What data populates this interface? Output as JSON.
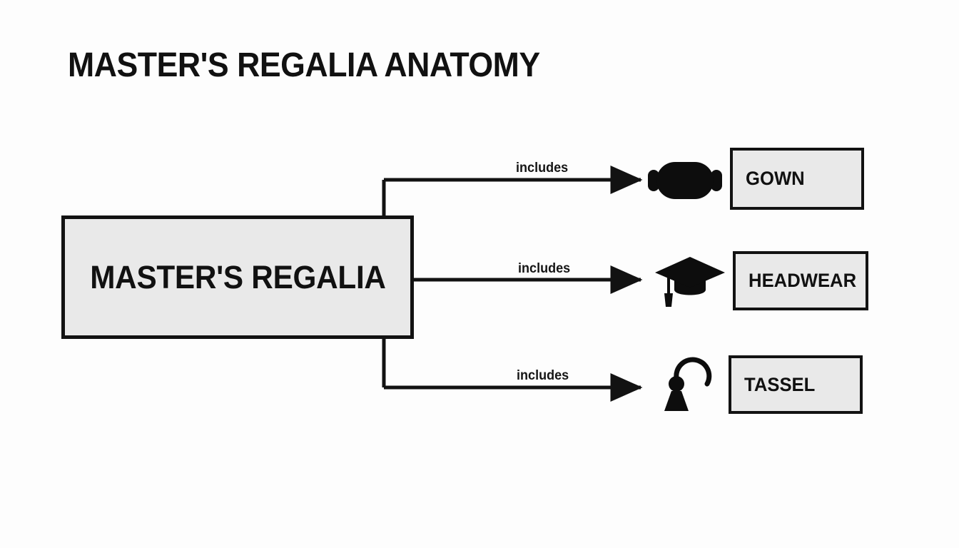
{
  "title": "MASTER'S REGALIA ANATOMY",
  "colors": {
    "background": "#fdfdfd",
    "node_fill": "#e9e9e9",
    "stroke": "#121212",
    "text": "#111111"
  },
  "diagram": {
    "type": "flow",
    "source": {
      "label": "MASTER'S REGALIA"
    },
    "edges": [
      {
        "label": "includes",
        "from": "MASTER'S REGALIA",
        "to": "GOWN"
      },
      {
        "label": "includes",
        "from": "MASTER'S REGALIA",
        "to": "HEADWEAR"
      },
      {
        "label": "includes",
        "from": "MASTER'S REGALIA",
        "to": "TASSEL"
      }
    ],
    "targets": [
      {
        "label": "GOWN",
        "icon": "gown-icon"
      },
      {
        "label": "HEADWEAR",
        "icon": "graduation-cap-icon"
      },
      {
        "label": "TASSEL",
        "icon": "tassel-icon"
      }
    ]
  }
}
